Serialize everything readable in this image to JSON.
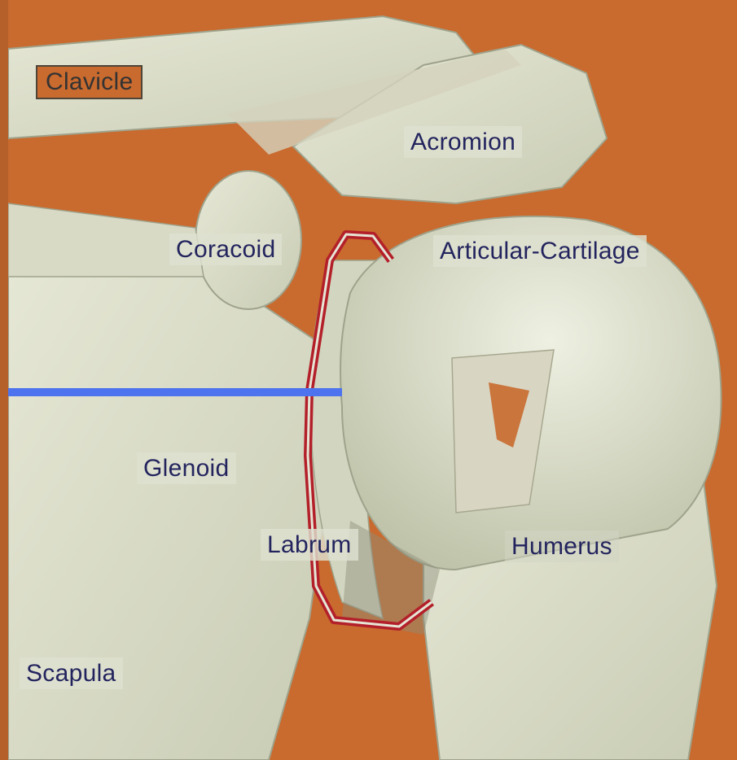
{
  "image": {
    "background_color": "#c96a2e",
    "bone_color": "#dfe0cd",
    "outline_color": "#b3202a",
    "pointer_color": "#4d74ee"
  },
  "labels": {
    "clavicle": "Clavicle",
    "acromion": "Acromion",
    "coracoid": "Coracoid",
    "articular_cartilage": "Articular-Cartilage",
    "glenoid": "Glenoid",
    "labrum": "Labrum",
    "humerus": "Humerus",
    "scapula": "Scapula"
  }
}
